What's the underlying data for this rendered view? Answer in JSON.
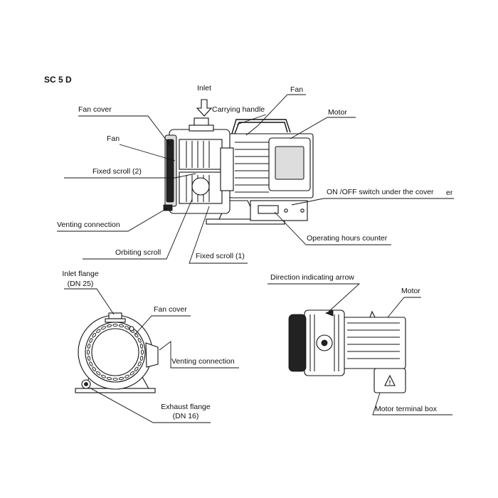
{
  "figure_title": "SC 5 D",
  "side_view": {
    "labels": {
      "inlet": "Inlet",
      "fan_top": "Fan",
      "carrying_handle": "Carrying handle",
      "fan_cover": "Fan cover",
      "motor": "Motor",
      "fan_left": "Fan",
      "fixed_scroll_2": "Fixed scroll (2)",
      "on_off_switch": "ON /OFF switch under the cover",
      "truncated_er": "er",
      "venting_connection": "Venting connection",
      "operating_hours_counter": "Operating hours counter",
      "orbiting_scroll": "Orbiting scroll",
      "fixed_scroll_1": "Fixed scroll (1)"
    }
  },
  "front_view": {
    "labels": {
      "inlet_flange_line1": "Inlet flange",
      "inlet_flange_line2": "(DN 25)",
      "fan_cover": "Fan cover",
      "venting_connection": "Venting connection",
      "exhaust_flange_line1": "Exhaust flange",
      "exhaust_flange_line2": "(DN 16)"
    }
  },
  "rear_view": {
    "labels": {
      "direction_arrow": "Direction indicating arrow",
      "motor": "Motor",
      "motor_terminal_box": "Motor terminal box"
    }
  }
}
